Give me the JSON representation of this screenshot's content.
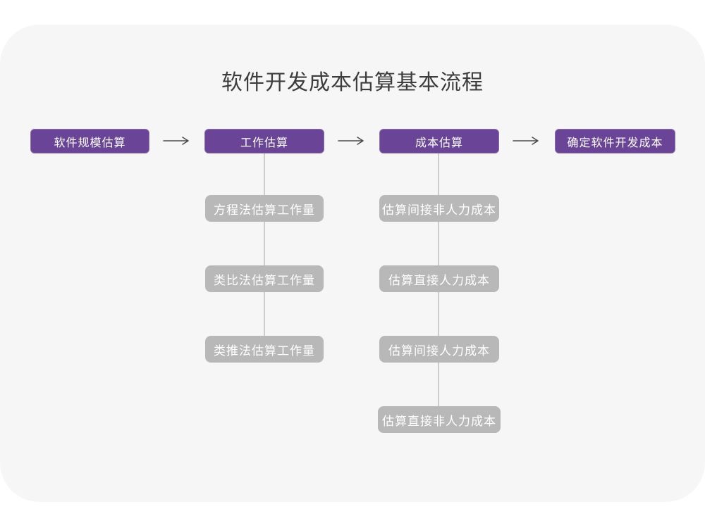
{
  "page": {
    "title": "软件开发成本估算基本流程"
  },
  "colors": {
    "card_bg": "#f6f6f6",
    "stage_bg": "#6a4496",
    "stage_border": "#8a6fae",
    "substep_bg": "#b8b8b8",
    "connector": "#cdcdcd",
    "arrow": "#4a4a4a",
    "title_color": "#3d3d3d",
    "node_text": "#ffffff"
  },
  "flow": {
    "stages": [
      {
        "label": "软件规模估算"
      },
      {
        "label": "工作估算"
      },
      {
        "label": "成本估算"
      },
      {
        "label": "确定软件开发成本"
      }
    ],
    "work_substeps": [
      {
        "label": "方程法估算工作量"
      },
      {
        "label": "类比法估算工作量"
      },
      {
        "label": "类推法估算工作量"
      }
    ],
    "cost_substeps": [
      {
        "label": "估算间接非人力成本"
      },
      {
        "label": "估算直接人力成本"
      },
      {
        "label": "估算间接人力成本"
      },
      {
        "label": "估算直接非人力成本"
      }
    ]
  }
}
